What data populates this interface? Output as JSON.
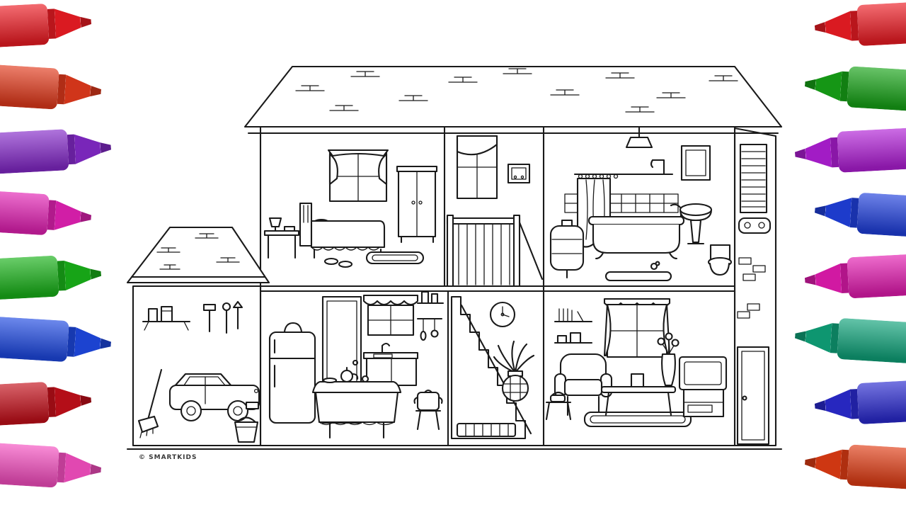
{
  "page": {
    "background": "#ffffff",
    "line_color": "#1a1a1a",
    "description": "black-and-white dollhouse cross-section coloring page flanked by colored marker pens"
  },
  "watermark": {
    "text": "© SMARTKIDS"
  },
  "markers": {
    "left": [
      {
        "name": "left-marker-red",
        "color": "#ed1c24"
      },
      {
        "name": "left-marker-scarlet",
        "color": "#e23a1c"
      },
      {
        "name": "left-marker-purple",
        "color": "#8429c9"
      },
      {
        "name": "left-marker-magenta",
        "color": "#e321b4"
      },
      {
        "name": "left-marker-green",
        "color": "#19b219"
      },
      {
        "name": "left-marker-blue",
        "color": "#1e49e2"
      },
      {
        "name": "left-marker-darkred",
        "color": "#c40f1a"
      },
      {
        "name": "left-marker-pink",
        "color": "#f54ec0"
      }
    ],
    "right": [
      {
        "name": "right-marker-red",
        "color": "#ed1c24"
      },
      {
        "name": "right-marker-green",
        "color": "#17a317"
      },
      {
        "name": "right-marker-violet",
        "color": "#b01ed6"
      },
      {
        "name": "right-marker-blue",
        "color": "#2040dd"
      },
      {
        "name": "right-marker-magenta",
        "color": "#e31bb0"
      },
      {
        "name": "right-marker-teal",
        "color": "#0fa37a"
      },
      {
        "name": "right-marker-indigo",
        "color": "#2a2ad0"
      },
      {
        "name": "right-marker-orange",
        "color": "#e03c14"
      }
    ]
  },
  "house": {
    "rooms": [
      {
        "name": "bedroom"
      },
      {
        "name": "staircase-landing"
      },
      {
        "name": "bathroom"
      },
      {
        "name": "garage"
      },
      {
        "name": "kitchen"
      },
      {
        "name": "staircase"
      },
      {
        "name": "living-room"
      }
    ]
  }
}
